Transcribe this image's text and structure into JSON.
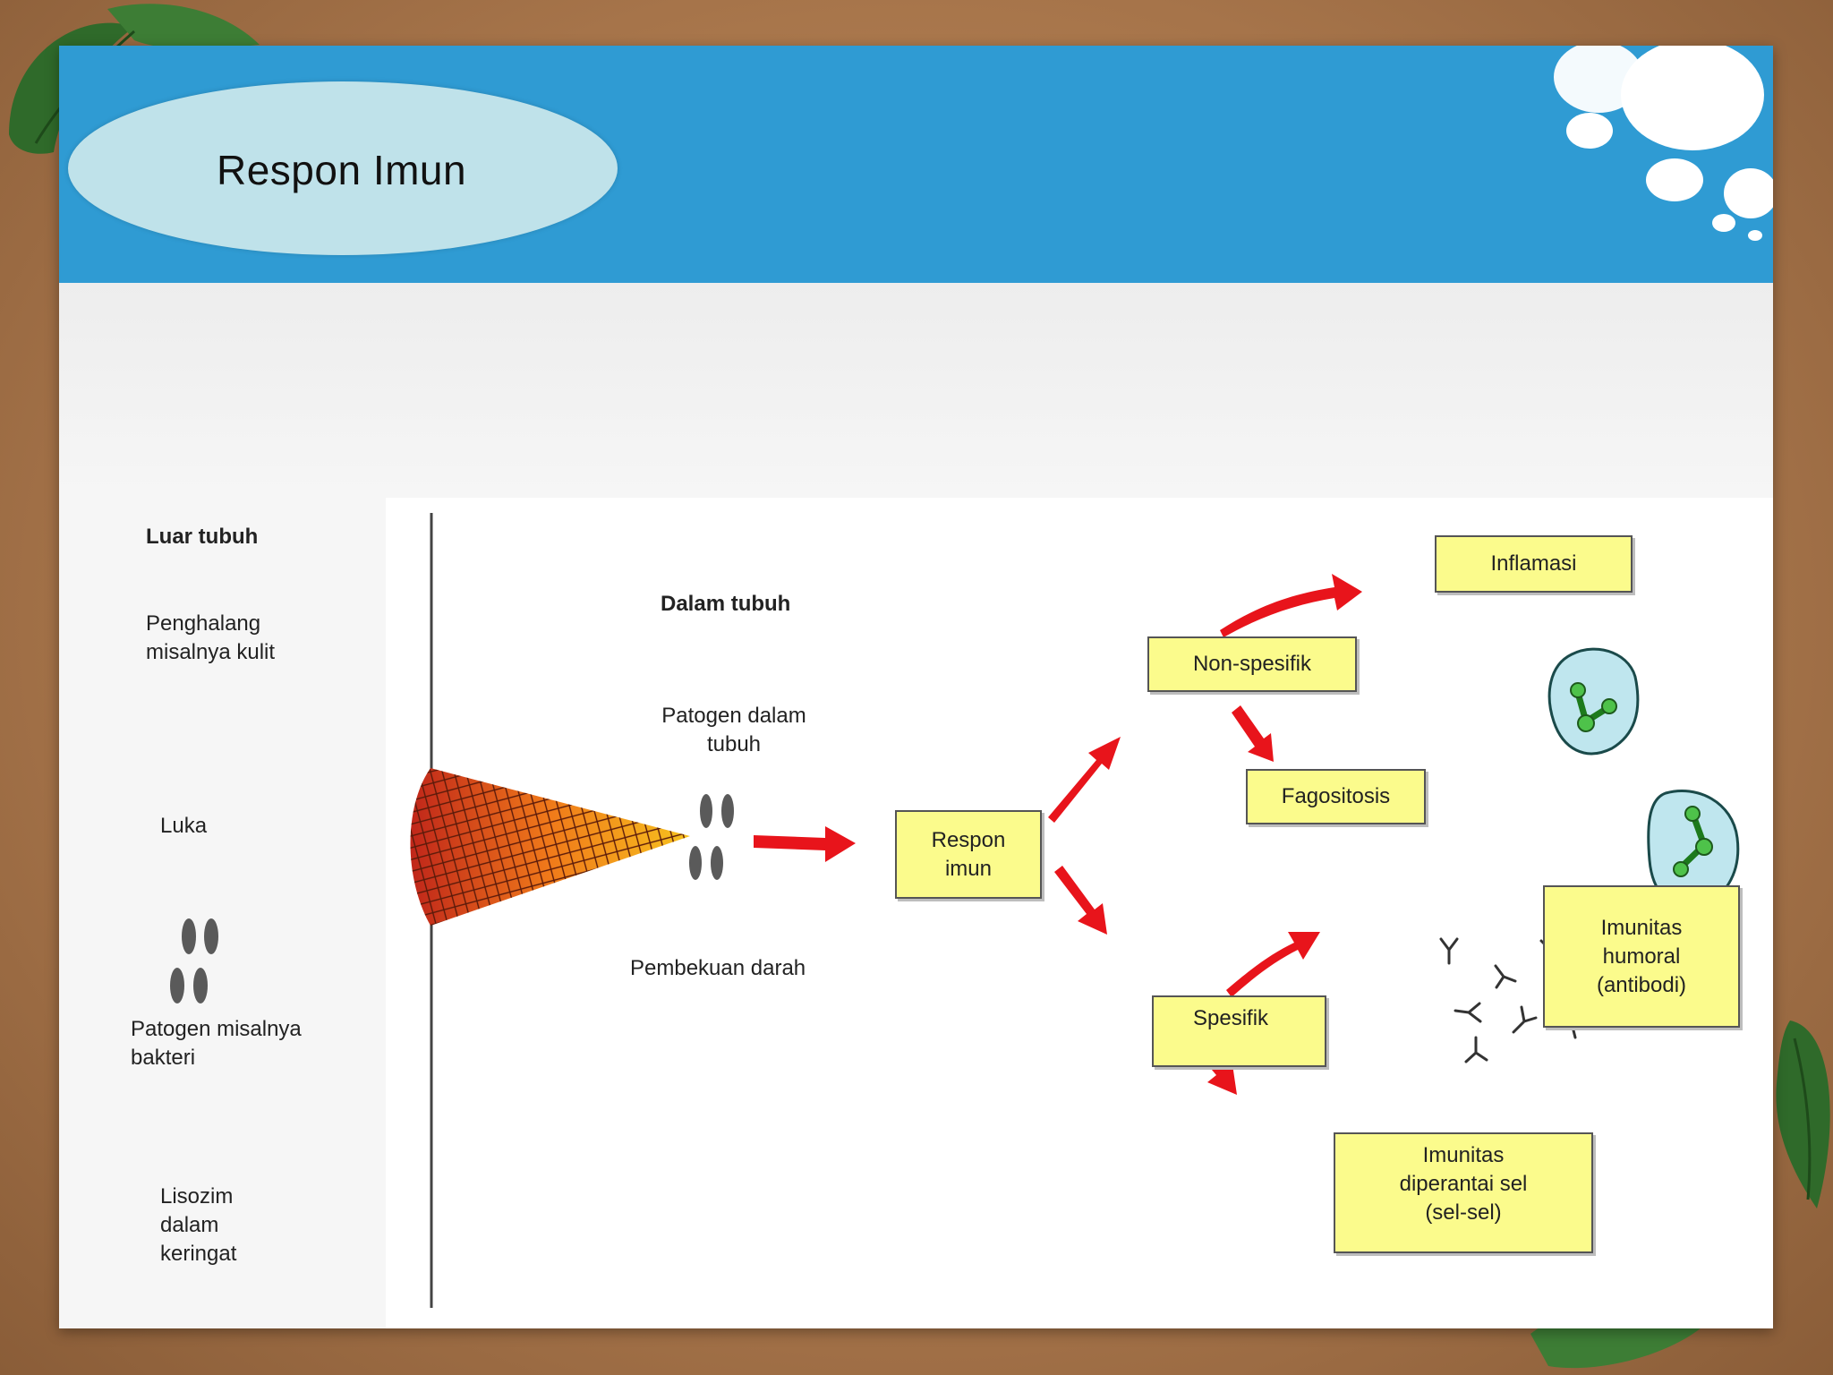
{
  "slide": {
    "title": "Respon Imun"
  },
  "outside": {
    "heading": "Luar tubuh",
    "barrier": "Penghalang\nmisalnya kulit",
    "wound": "Luka",
    "pathogen": "Patogen misalnya\nbakteri",
    "lysozyme": "Lisozim\ndalam\nkeringat"
  },
  "inside": {
    "heading": "Dalam tubuh",
    "pathogen_inside": "Patogen dalam\ntubuh",
    "clotting": "Pembekuan darah"
  },
  "boxes": {
    "immune_response": "Respon\nimun",
    "nonspecific": "Non-spesifik",
    "inflammation": "Inflamasi",
    "phagocytosis": "Fagositosis",
    "specific": "Spesifik",
    "humoral": "Imunitas\nhumoral\n(antibodi)",
    "cell_mediated": "Imunitas\ndiperantai sel\n(sel-sel)"
  },
  "colors": {
    "header": "#2f9bd3",
    "box_fill": "#fbfb8c",
    "arrow": "#e8141b",
    "cell_fill": "#bfe6ee",
    "nucleus": "#4ec24a"
  }
}
